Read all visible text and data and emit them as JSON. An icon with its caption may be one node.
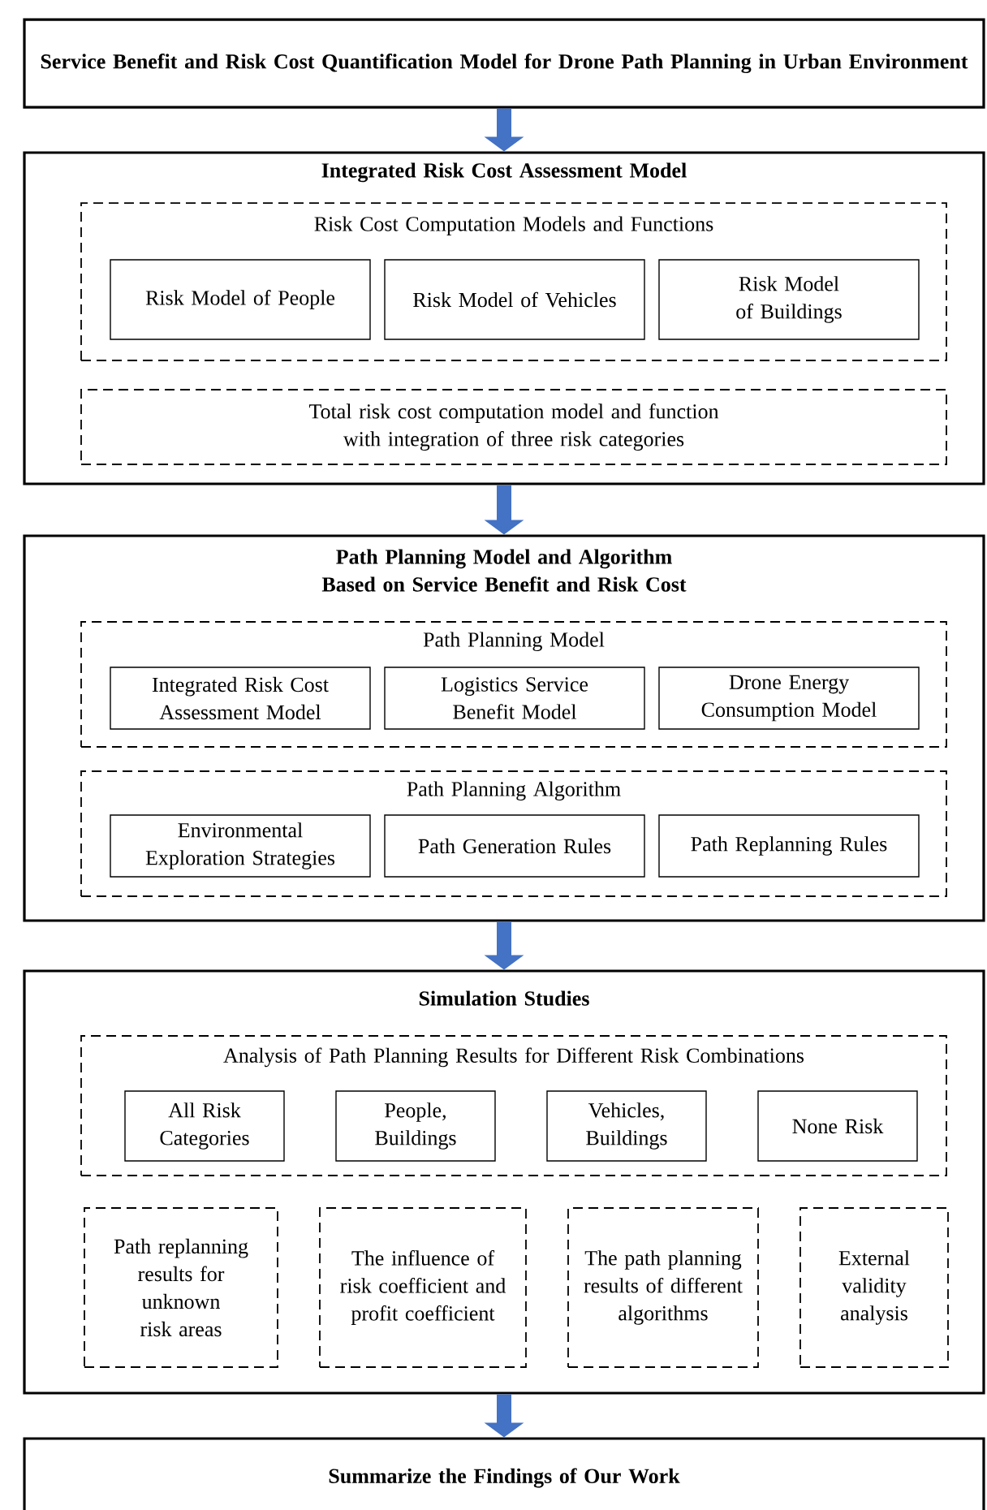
{
  "diagram": {
    "nodes": [
      {
        "text": [
          "Service Benefit and Risk Cost Quantification Model for Drone Path Planning in Urban Environment"
        ]
      },
      {
        "text": [
          "Integrated Risk Cost Assessment Model"
        ]
      },
      {
        "text": [
          "Risk Cost Computation Models and Functions"
        ],
        "in": 1
      },
      {
        "text": [
          "Risk Model of People"
        ],
        "in": 2
      },
      {
        "text": [
          "Risk Model of Vehicles"
        ],
        "in": 2
      },
      {
        "text": [
          "Risk Model of Buildings"
        ],
        "in": 2
      },
      {
        "text": [
          "Total risk cost computation model and function with integration of three risk categories"
        ],
        "in": 1
      },
      {
        "text": [
          "Path Planning Model and Algorithm Based on Service Benefit and Risk Cost"
        ]
      },
      {
        "text": [
          "Path Planning Model"
        ],
        "in": 7
      },
      {
        "text": [
          "Integrated Risk Cost Assessment Model"
        ],
        "in": 8
      },
      {
        "text": [
          "Logistics Service Benefit Model"
        ],
        "in": 8
      },
      {
        "text": [
          "Drone Energy Consumption Model"
        ],
        "in": 8
      },
      {
        "text": [
          "Path Planning Algorithm"
        ],
        "in": 7
      },
      {
        "text": [
          "Environmental Exploration Strategies"
        ],
        "in": 12
      },
      {
        "text": [
          "Path Generation Rules"
        ],
        "in": 12
      },
      {
        "text": [
          "Path Replanning Rules"
        ],
        "in": 12
      },
      {
        "text": [
          "Simulation Studies"
        ]
      },
      {
        "text": [
          "Analysis of Path Planning Results for Different Risk Combinations"
        ],
        "in": 16
      },
      {
        "text": [
          "All Risk Categories"
        ],
        "in": 17
      },
      {
        "text": [
          "People, Buildings"
        ],
        "in": 17
      },
      {
        "text": [
          "Vehicles, Buildings"
        ],
        "in": 17
      },
      {
        "text": [
          "None Risk"
        ],
        "in": 17
      },
      {
        "text": [
          "Path replanning results for unknown risk areas"
        ],
        "in": 16
      },
      {
        "text": [
          "The influence of risk coefficient and profit coefficient"
        ],
        "in": 16
      },
      {
        "text": [
          "The path planning results of different algorithms"
        ],
        "in": 16
      },
      {
        "text": [
          "External validity analysis"
        ],
        "in": 16
      },
      {
        "text": [
          "Summarize the Findings of Our Work"
        ]
      }
    ],
    "edges": [
      {
        "from": 0,
        "to": 1,
        "arrow": "to",
        "color": "#4472c4"
      },
      {
        "from": 1,
        "to": 7,
        "arrow": "to",
        "color": "#4472c4"
      },
      {
        "from": 7,
        "to": 16,
        "arrow": "to",
        "color": "#4472c4"
      },
      {
        "from": 16,
        "to": 26,
        "arrow": "to",
        "color": "#4472c4"
      }
    ]
  }
}
